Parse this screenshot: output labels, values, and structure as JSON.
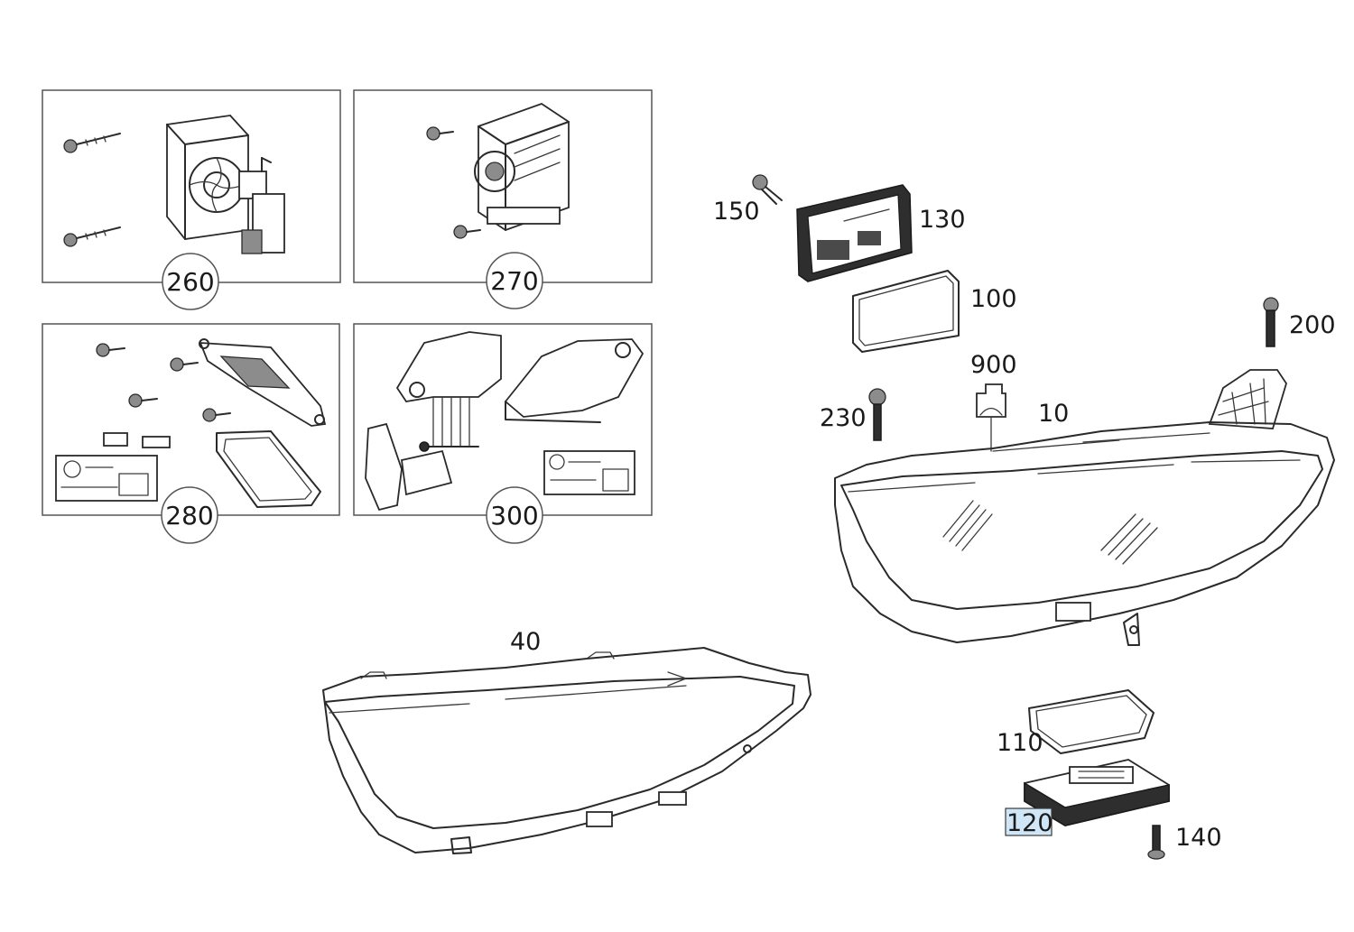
{
  "callouts": {
    "c260": "260",
    "c270": "270",
    "c280": "280",
    "c300": "300"
  },
  "parts": {
    "p150": "150",
    "p130": "130",
    "p100": "100",
    "p200": "200",
    "p900": "900",
    "p230": "230",
    "p10": "10",
    "p40": "40",
    "p110": "110",
    "p120": "120",
    "p140": "140"
  },
  "colors": {
    "line": "#2a2a2a",
    "highlight": "#cfe6f7"
  }
}
